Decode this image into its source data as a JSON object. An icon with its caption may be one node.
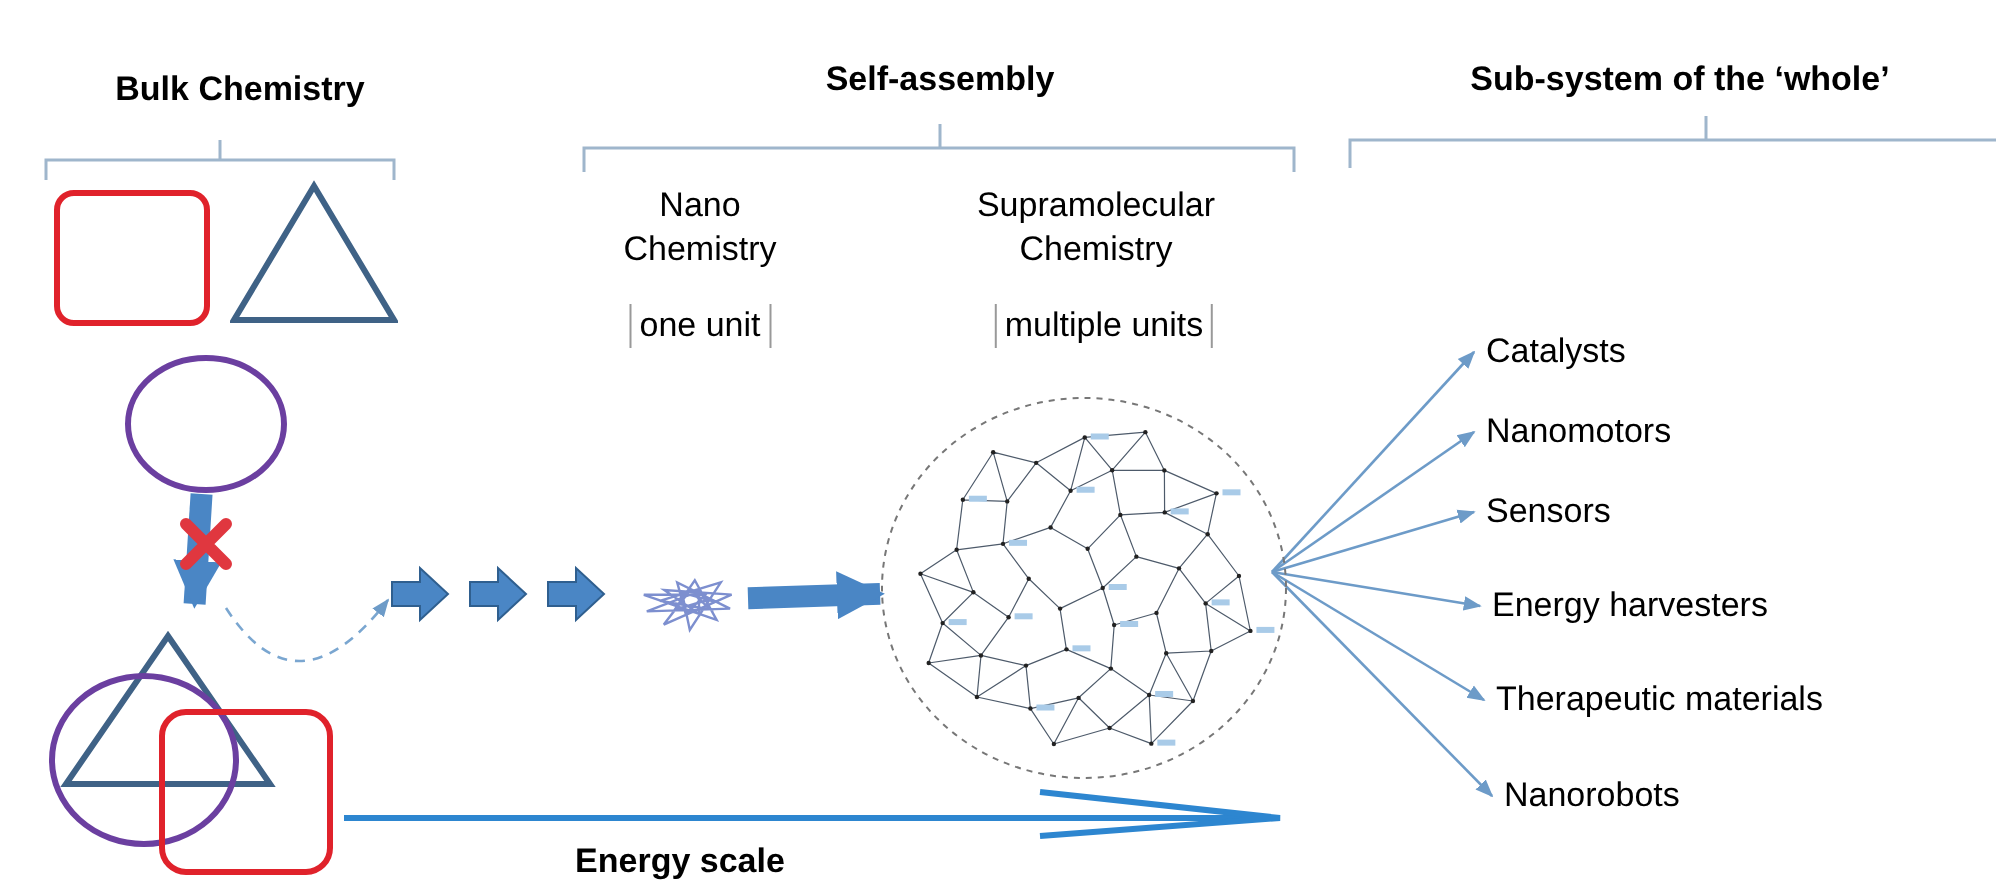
{
  "diagram": {
    "nodes": [
      {
        "text": [],
        "shape": "box"
      },
      {
        "text": [],
        "shape": "triangle"
      },
      {
        "text": [],
        "shape": "circle"
      },
      {
        "text": [],
        "shape": "picture"
      },
      {
        "text": [],
        "shape": "picture"
      },
      {
        "text": [],
        "shape": "picture"
      },
      {
        "text": [
          "Catalysts"
        ]
      },
      {
        "text": [
          "Nanomotors"
        ]
      },
      {
        "text": [
          "Sensors"
        ]
      },
      {
        "text": [
          "Energy harvesters"
        ]
      },
      {
        "text": [
          "Therapeutic materials"
        ]
      },
      {
        "text": [
          "Nanorobots"
        ]
      }
    ],
    "edges": [
      {
        "from": 2,
        "to": 3,
        "arrow": "to",
        "style": "thick"
      },
      {
        "from": 3,
        "to": null,
        "arrow": "to",
        "style": "dashed"
      },
      {
        "from": 4,
        "to": 5,
        "arrow": "to",
        "style": "thick"
      },
      {
        "from": 5,
        "to": 6,
        "arrow": "to"
      },
      {
        "from": 5,
        "to": 7,
        "arrow": "to"
      },
      {
        "from": 5,
        "to": 8,
        "arrow": "to"
      },
      {
        "from": 5,
        "to": 9,
        "arrow": "to"
      },
      {
        "from": 5,
        "to": 10,
        "arrow": "to"
      },
      {
        "from": 5,
        "to": 11,
        "arrow": "to"
      }
    ],
    "labels": [
      "Bulk Chemistry",
      "Self-assembly",
      "Sub-system of the ‘whole’",
      "Nano Chemistry",
      "Supramolecular Chemistry",
      "one unit",
      "multiple units",
      "Energy scale"
    ]
  }
}
